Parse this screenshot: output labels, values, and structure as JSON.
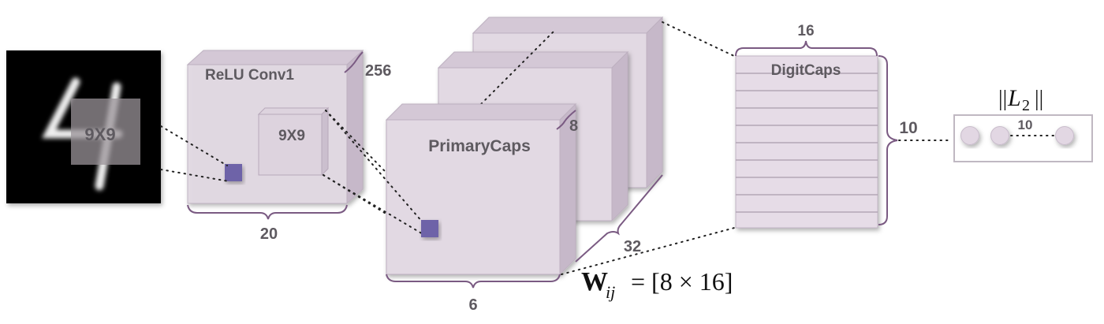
{
  "input": {
    "kernel_label": "9X9"
  },
  "conv1": {
    "title": "ReLU Conv1",
    "depth": "256",
    "width": "20",
    "kernel_label": "9X9"
  },
  "primary_caps": {
    "title": "PrimaryCaps",
    "depth": "8",
    "count": "32",
    "width": "6"
  },
  "weight_formula": {
    "symbol": "W",
    "subscript": "ij",
    "equals": "= [8 × 16]"
  },
  "digit_caps": {
    "title": "DigitCaps",
    "width": "16",
    "height": "10"
  },
  "output": {
    "norm_label_left": "||",
    "norm_symbol": "L",
    "norm_subscript": "2",
    "norm_label_right": "||",
    "count": "10"
  },
  "colors": {
    "capsule_fill": "#e2d9e3",
    "kernel": "#6e64a8",
    "brace": "#7a5a82"
  }
}
